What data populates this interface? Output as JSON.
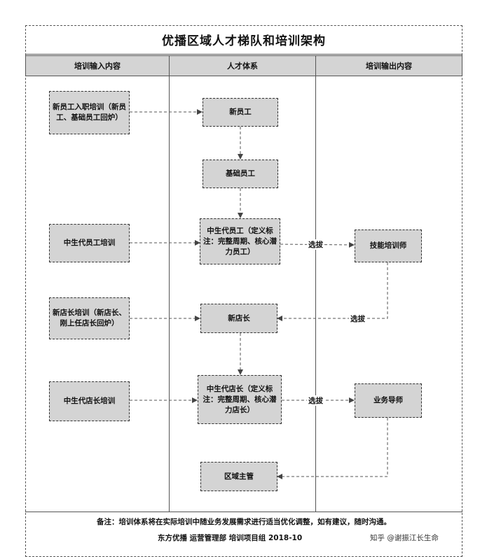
{
  "title": "优播区域人才梯队和培训架构",
  "columns": [
    "培训输入内容",
    "人才体系",
    "培训输出内容"
  ],
  "input_boxes": {
    "new_employee_training": "新员工入职培训（新员工、基础员工回炉）",
    "mid_employee_training": "中生代员工培训",
    "new_manager_training": "新店长培训（新店长、刚上任店长回炉）",
    "mid_manager_training": "中生代店长培训"
  },
  "talent_boxes": {
    "new_employee": "新员工",
    "basic_employee": "基础员工",
    "mid_employee": "中生代员工（定义标注：完整周期、核心潜力员工）",
    "new_manager": "新店长",
    "mid_manager": "中生代店长（定义标注：完整周期、核心潜力店长）",
    "regional_manager": "区域主管"
  },
  "output_boxes": {
    "skill_trainer": "技能培训师",
    "business_mentor": "业务导师"
  },
  "edge_labels": {
    "select_1": "选拔",
    "select_2": "选拔",
    "select_3": "选拔"
  },
  "note": "备注：培训体系将在实际培训中随业务发展需求进行适当优化调整，如有建议，随时沟通。",
  "footer_left": "东方优播 运营管理部 培训项目组 2018-10",
  "footer_right": "知乎 @谢振江长生命"
}
